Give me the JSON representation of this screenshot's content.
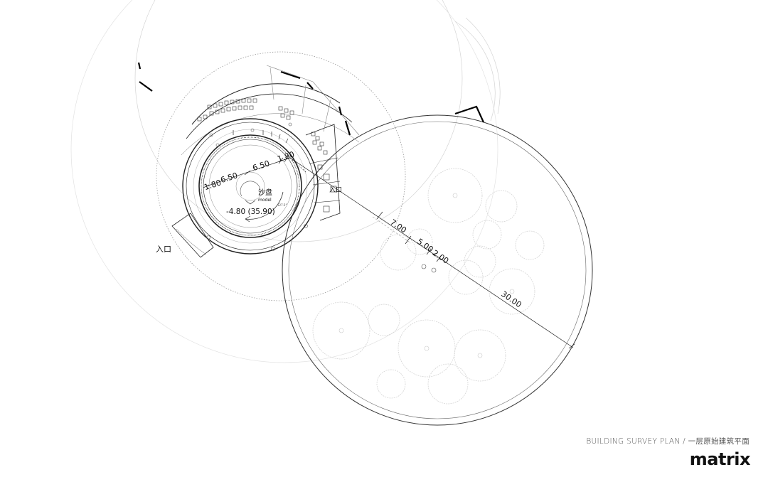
{
  "labels": {
    "entrance": "入口",
    "sand_table": "沙盘",
    "sand_table_sub": "model",
    "level": "-4.80 (35.90)",
    "entrance2": "入口",
    "area_small": "127.5°"
  },
  "dimensions": {
    "d_inner_left": "6.50",
    "d_inner_right": "6.50",
    "d_ring_a": "1.80",
    "d_ring_b": "1.80",
    "d_path_1": "7.00",
    "d_path_2": "5.00",
    "d_path_3": "2.00",
    "d_garden": "30.00"
  },
  "footer": {
    "title": "BUILDING SURVEY PLAN / 一层原始建筑平面",
    "brand": "matrix"
  }
}
